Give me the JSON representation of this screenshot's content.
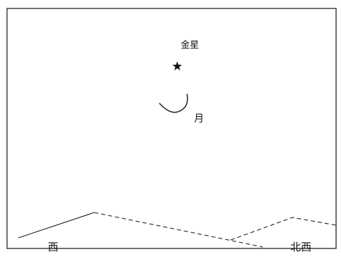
{
  "labels": {
    "venus": "金星",
    "moon": "月",
    "west": "西",
    "northwest": "北西"
  },
  "symbols": {
    "venus_symbol": "★"
  },
  "colors": {
    "stroke": "#111111",
    "background": "#ffffff"
  }
}
